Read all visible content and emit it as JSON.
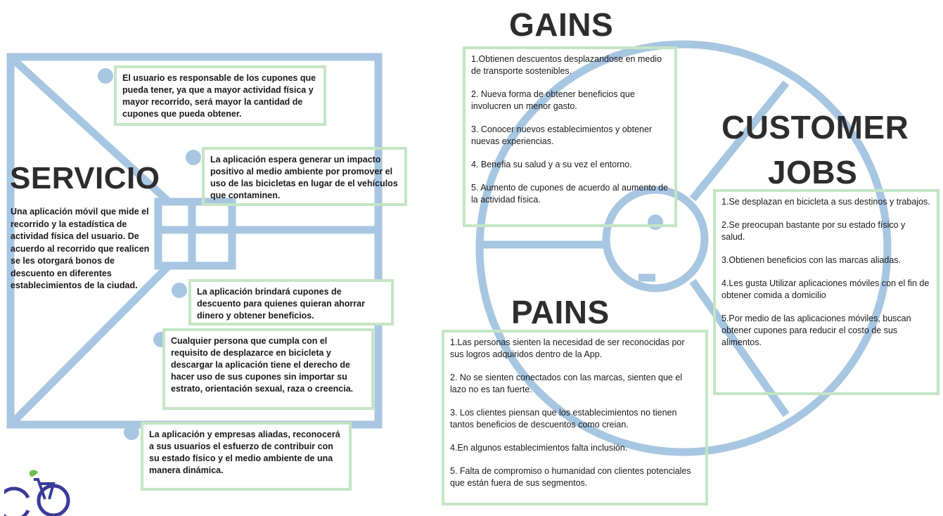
{
  "colors": {
    "frame_blue": "#a7c6e1",
    "box_green": "#c4e5c4",
    "heading": "#2d2d2d",
    "logo_green": "#6cc04a",
    "logo_purple": "#3b3b9a"
  },
  "servicio": {
    "title": "SERVICIO",
    "description": "Una aplicación móvil que mide el recorrido y la estadística de actividad física del usuario. De acuerdo al recorrido que realicen se les otorgará bonos de descuento en diferentes establecimientos de la ciudad.",
    "boxes": [
      "El usuario es responsable de los cupones que pueda tener, ya que a mayor actividad física y mayor recorrido, será mayor la cantidad de cupones que pueda obtener.",
      "La aplicación espera generar un impacto positivo al medio ambiente por promover el uso de las bicicletas en lugar de el vehículos que contaminen.",
      "La aplicación brindará cupones de descuento para quienes quieran ahorrar dinero y obtener beneficios.",
      "Cualquier persona que cumpla con el requisito de desplazarce en bicicleta y descargar la aplicación tiene el derecho de hacer uso de sus cupones sin importar su estrato, orientación sexual, raza o creencia.",
      "La aplicación y empresas aliadas, reconocerá a sus usuarios el esfuerzo de contribuir con su estado físico y el medio ambiente de una manera dinámica."
    ],
    "logo_icon": "bicycle-leaf-logo"
  },
  "gains": {
    "title": "GAINS",
    "items": [
      "1.Obtienen descuentos desplazandose en medio de transporte sostenibles.",
      "2. Nueva forma de obtener beneficios que involucren un menor gasto.",
      "3. Conocer nuevos establecimientos y obtener nuevas experiencias.",
      "4. Benefia su salud y a su vez el entorno.",
      "5. Aumento de cupones de acuerdo al aumento de la actividad física."
    ]
  },
  "customer_jobs": {
    "title_line1": "CUSTOMER",
    "title_line2": "JOBS",
    "items": [
      "1.Se desplazan en bicicleta a sus destinos y trabajos.",
      "2.Se preocupan bastante por su estado físico y salud.",
      "3.Obtienen beneficios con las marcas aliadas.",
      "4.Les gusta Utilizar aplicaciones móviles con el fin de obtener comida a domicilio",
      "5.Por medio de las aplicaciones móviles, buscan obtener cupones para reducir el costo de sus alimentos."
    ]
  },
  "pains": {
    "title": "PAINS",
    "items": [
      "1.Las personas sienten la necesidad de ser reconocidas por sus logros adquiridos dentro de la App.",
      "2. No se sienten conectados con las marcas, sienten que el lazo no es tan fuerte.",
      "3. Los clientes piensan que los establecimientos no tienen tantos beneficios de descuentos como creian.",
      "4.En algunos establecimientos falta inclusión.",
      "5. Falta de compromiso o humanidad con clientes potenciales que están fuera de sus segmentos."
    ]
  }
}
